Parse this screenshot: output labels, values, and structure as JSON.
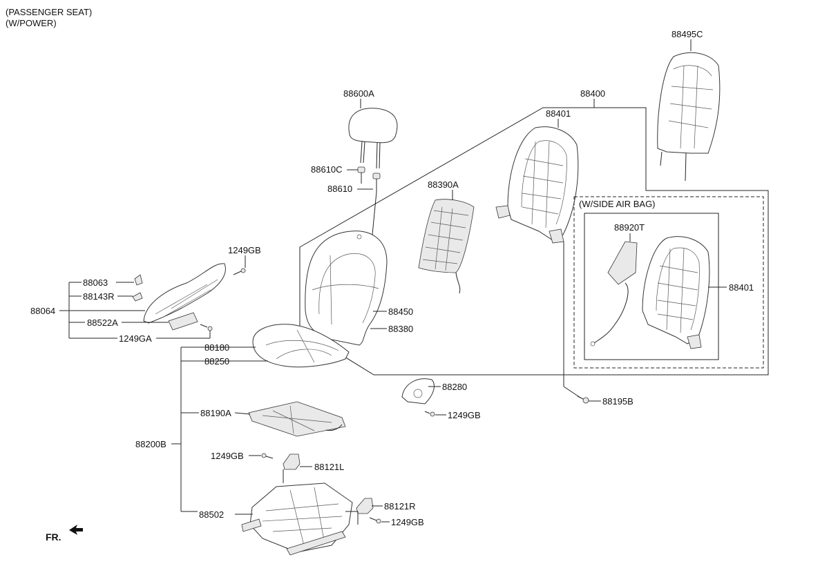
{
  "header": {
    "line1": "(PASSENGER SEAT)",
    "line2": "(W/POWER)"
  },
  "airbag_box_title": "(W/SIDE AIR BAG)",
  "front_indicator": "FR.",
  "labels": {
    "p88495C": "88495C",
    "p88600A": "88600A",
    "p88400": "88400",
    "p88401_top": "88401",
    "p88610C": "88610C",
    "p88610": "88610",
    "p88390A": "88390A",
    "p88920T": "88920T",
    "p88401_box": "88401",
    "p1249GB_a": "1249GB",
    "p88063": "88063",
    "p88143R": "88143R",
    "p88064": "88064",
    "p88522A": "88522A",
    "p1249GA": "1249GA",
    "p88450": "88450",
    "p88380": "88380",
    "p88180": "88180",
    "p88250": "88250",
    "p88280": "88280",
    "p1249GB_b": "1249GB",
    "p88195B": "88195B",
    "p88190A": "88190A",
    "p88200B": "88200B",
    "p1249GB_c": "1249GB",
    "p88121L": "88121L",
    "p88121R": "88121R",
    "p88502": "88502",
    "p1249GB_d": "1249GB"
  }
}
